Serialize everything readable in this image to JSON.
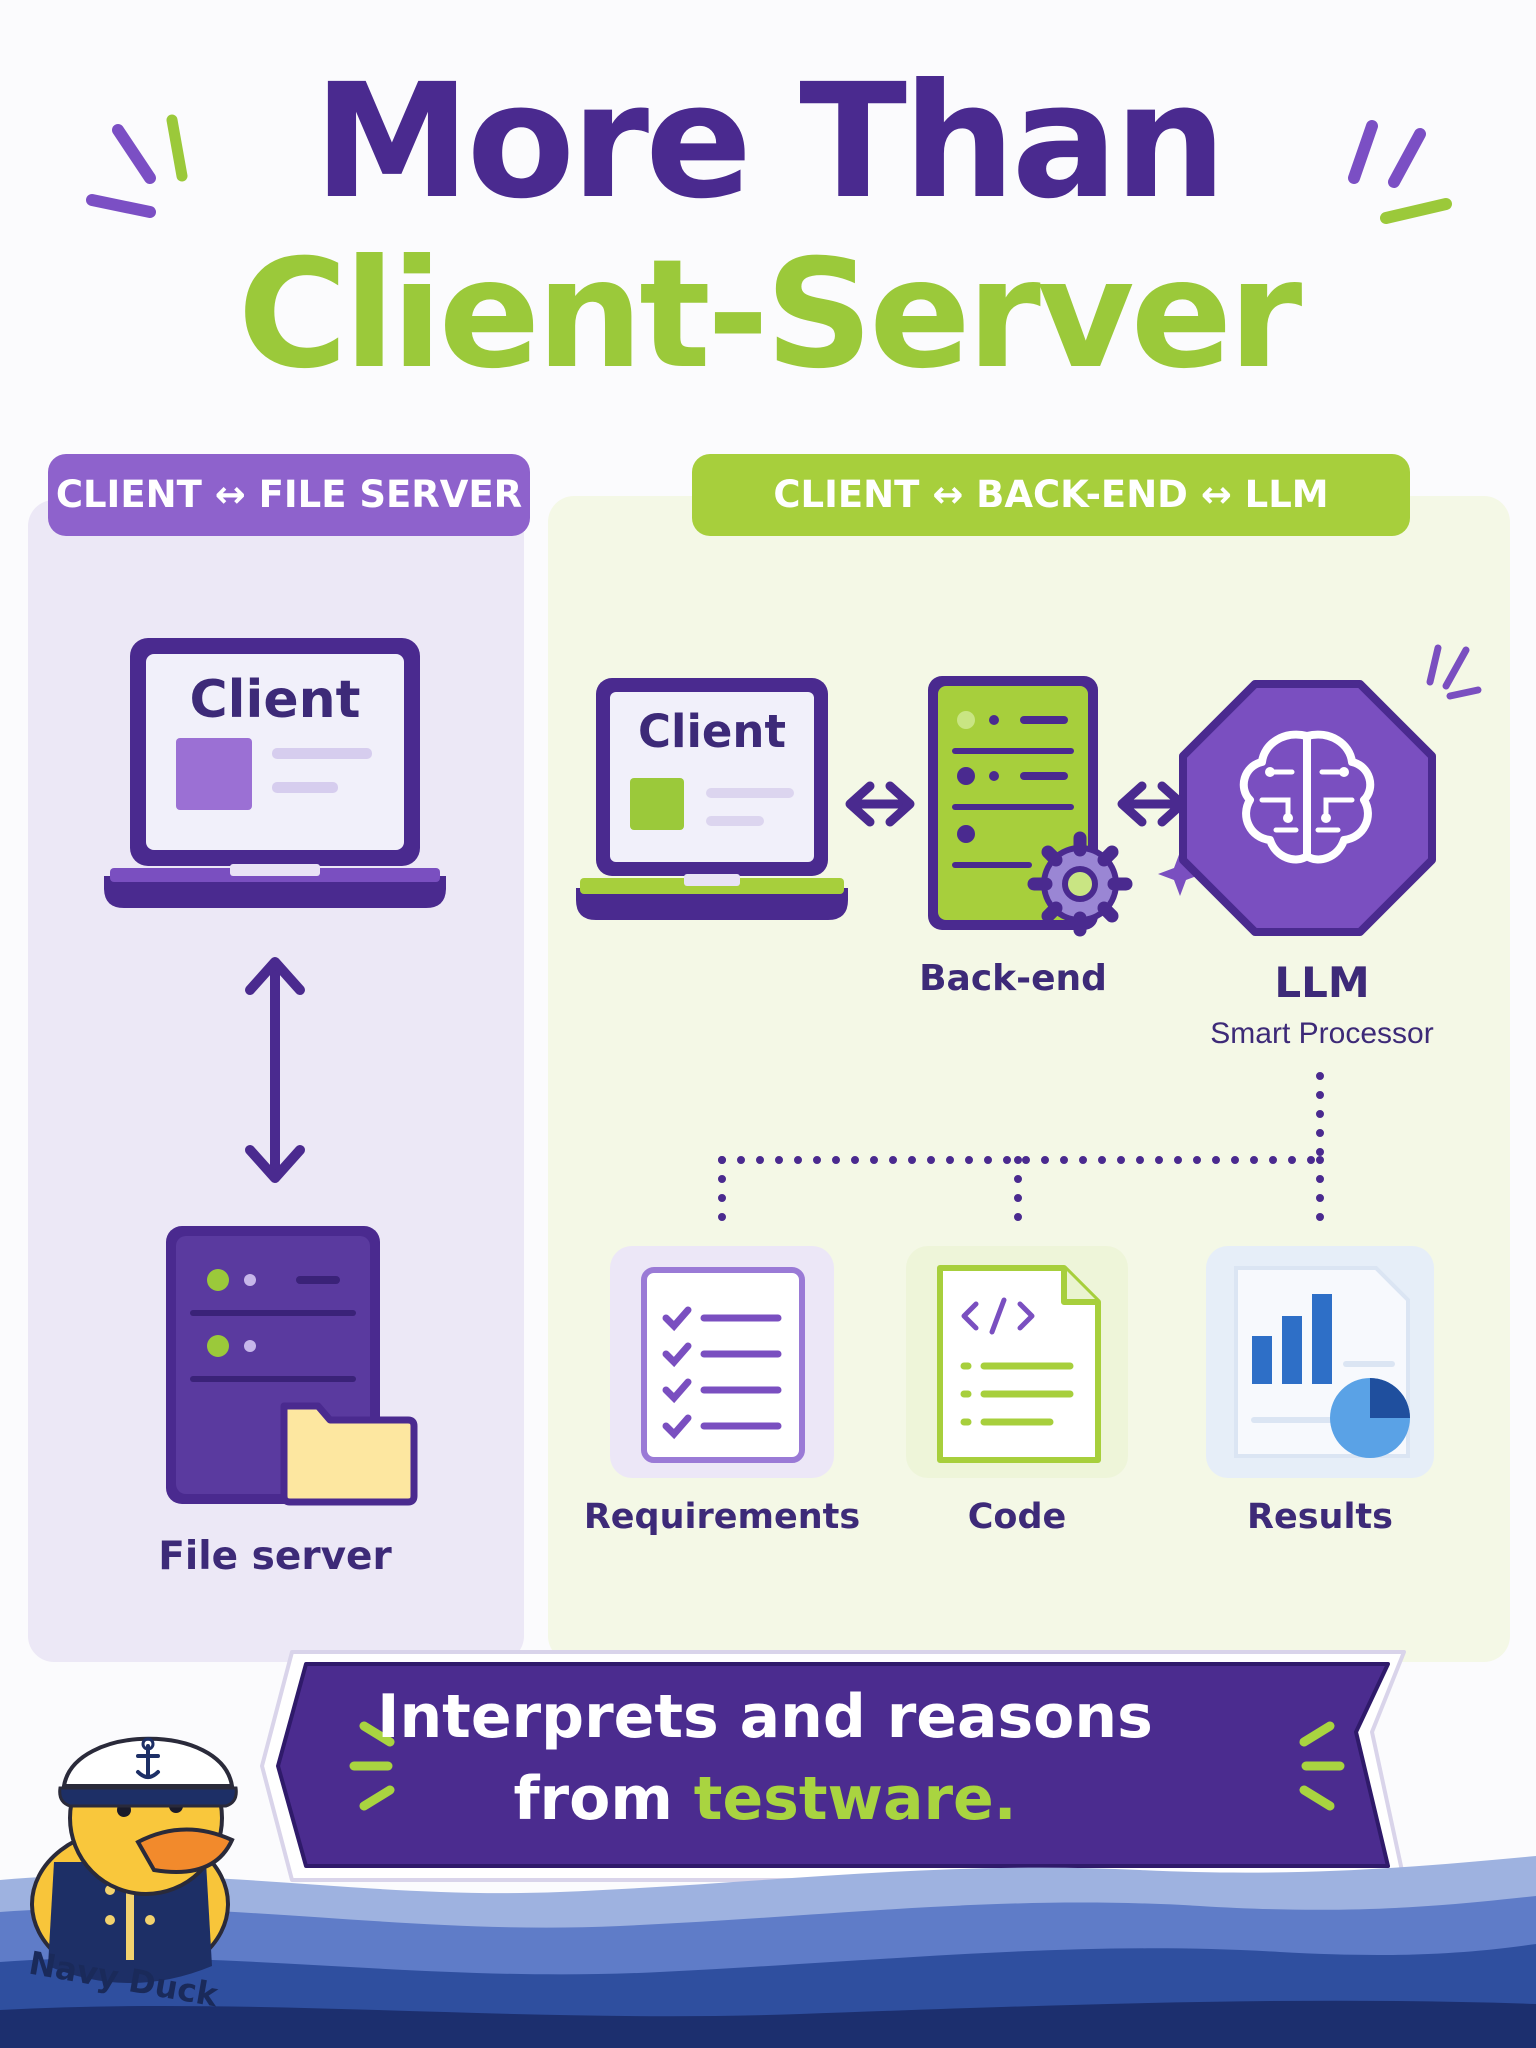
{
  "title": {
    "line1": "More Than",
    "line2": "Client-Server"
  },
  "left_panel": {
    "header": "CLIENT ↔ FILE SERVER",
    "client_label": "Client",
    "server_label": "File server"
  },
  "right_panel": {
    "header": "CLIENT ↔ BACK-END ↔ LLM",
    "client_label": "Client",
    "backend_label": "Back-end",
    "llm_label": "LLM",
    "llm_sublabel": "Smart Processor",
    "outputs": [
      {
        "label": "Requirements",
        "icon": "checklist-document-icon"
      },
      {
        "label": "Code",
        "icon": "code-document-icon"
      },
      {
        "label": "Results",
        "icon": "chart-document-icon"
      }
    ]
  },
  "banner": {
    "line1": "Interprets and reasons",
    "line2_prefix": "from ",
    "line2_accent": "testware."
  },
  "brand": {
    "name": "Navy Duck"
  },
  "colors": {
    "purple_dark": "#4a2a8f",
    "purple": "#7a4fc0",
    "green": "#9bc93a",
    "navy": "#1f3a8a",
    "blue": "#2e6fc7"
  }
}
